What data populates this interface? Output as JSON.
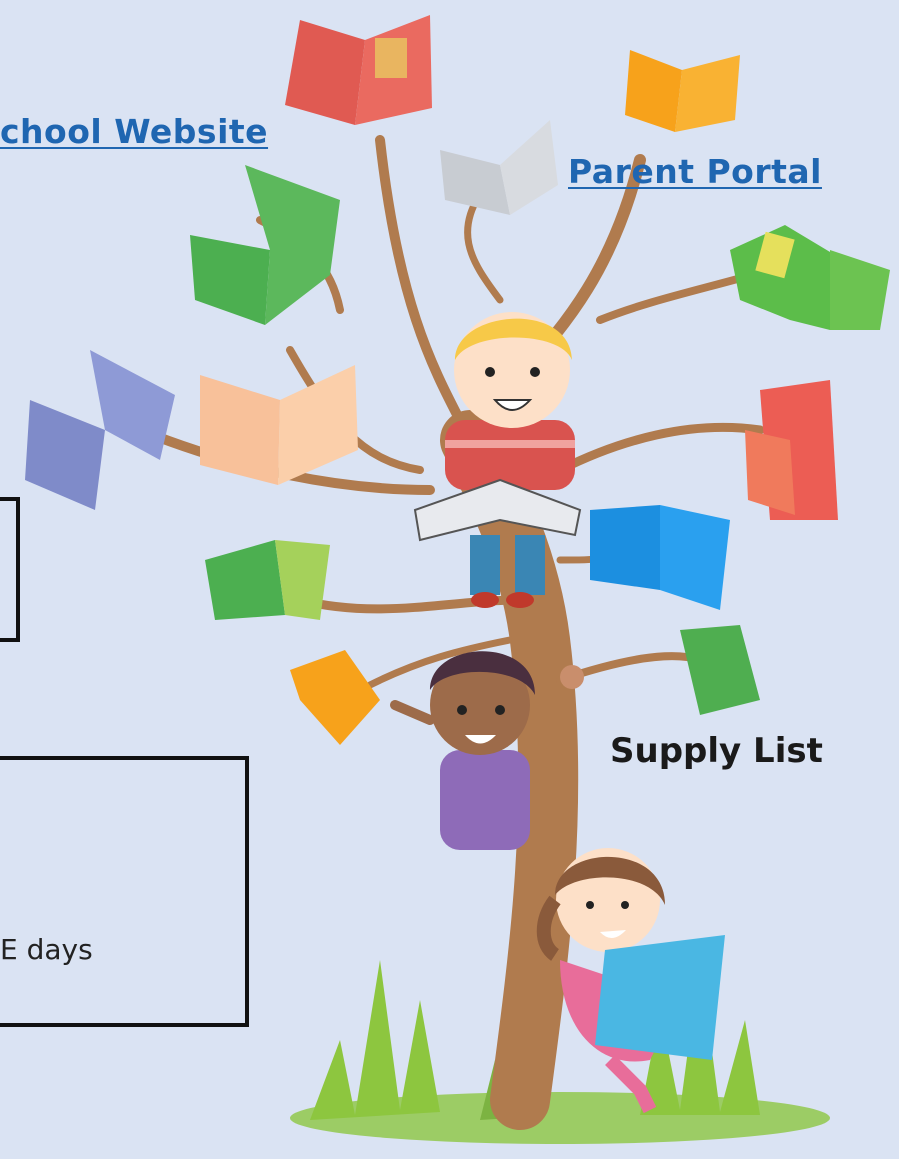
{
  "links": {
    "school_website": "chool Website",
    "parent_portal": "Parent Portal"
  },
  "supply_list": "Supply List",
  "box2_text": "E days",
  "colors": {
    "background": "#dae3f3",
    "link": "#1f66b1",
    "trunk": "#b07b4e",
    "grass": "#8dc63f"
  },
  "illustration": {
    "icons": [
      "book-tree-icon",
      "boy-reading-icon",
      "child-peeking-icon",
      "girl-reading-icon",
      "grass-icon"
    ]
  }
}
